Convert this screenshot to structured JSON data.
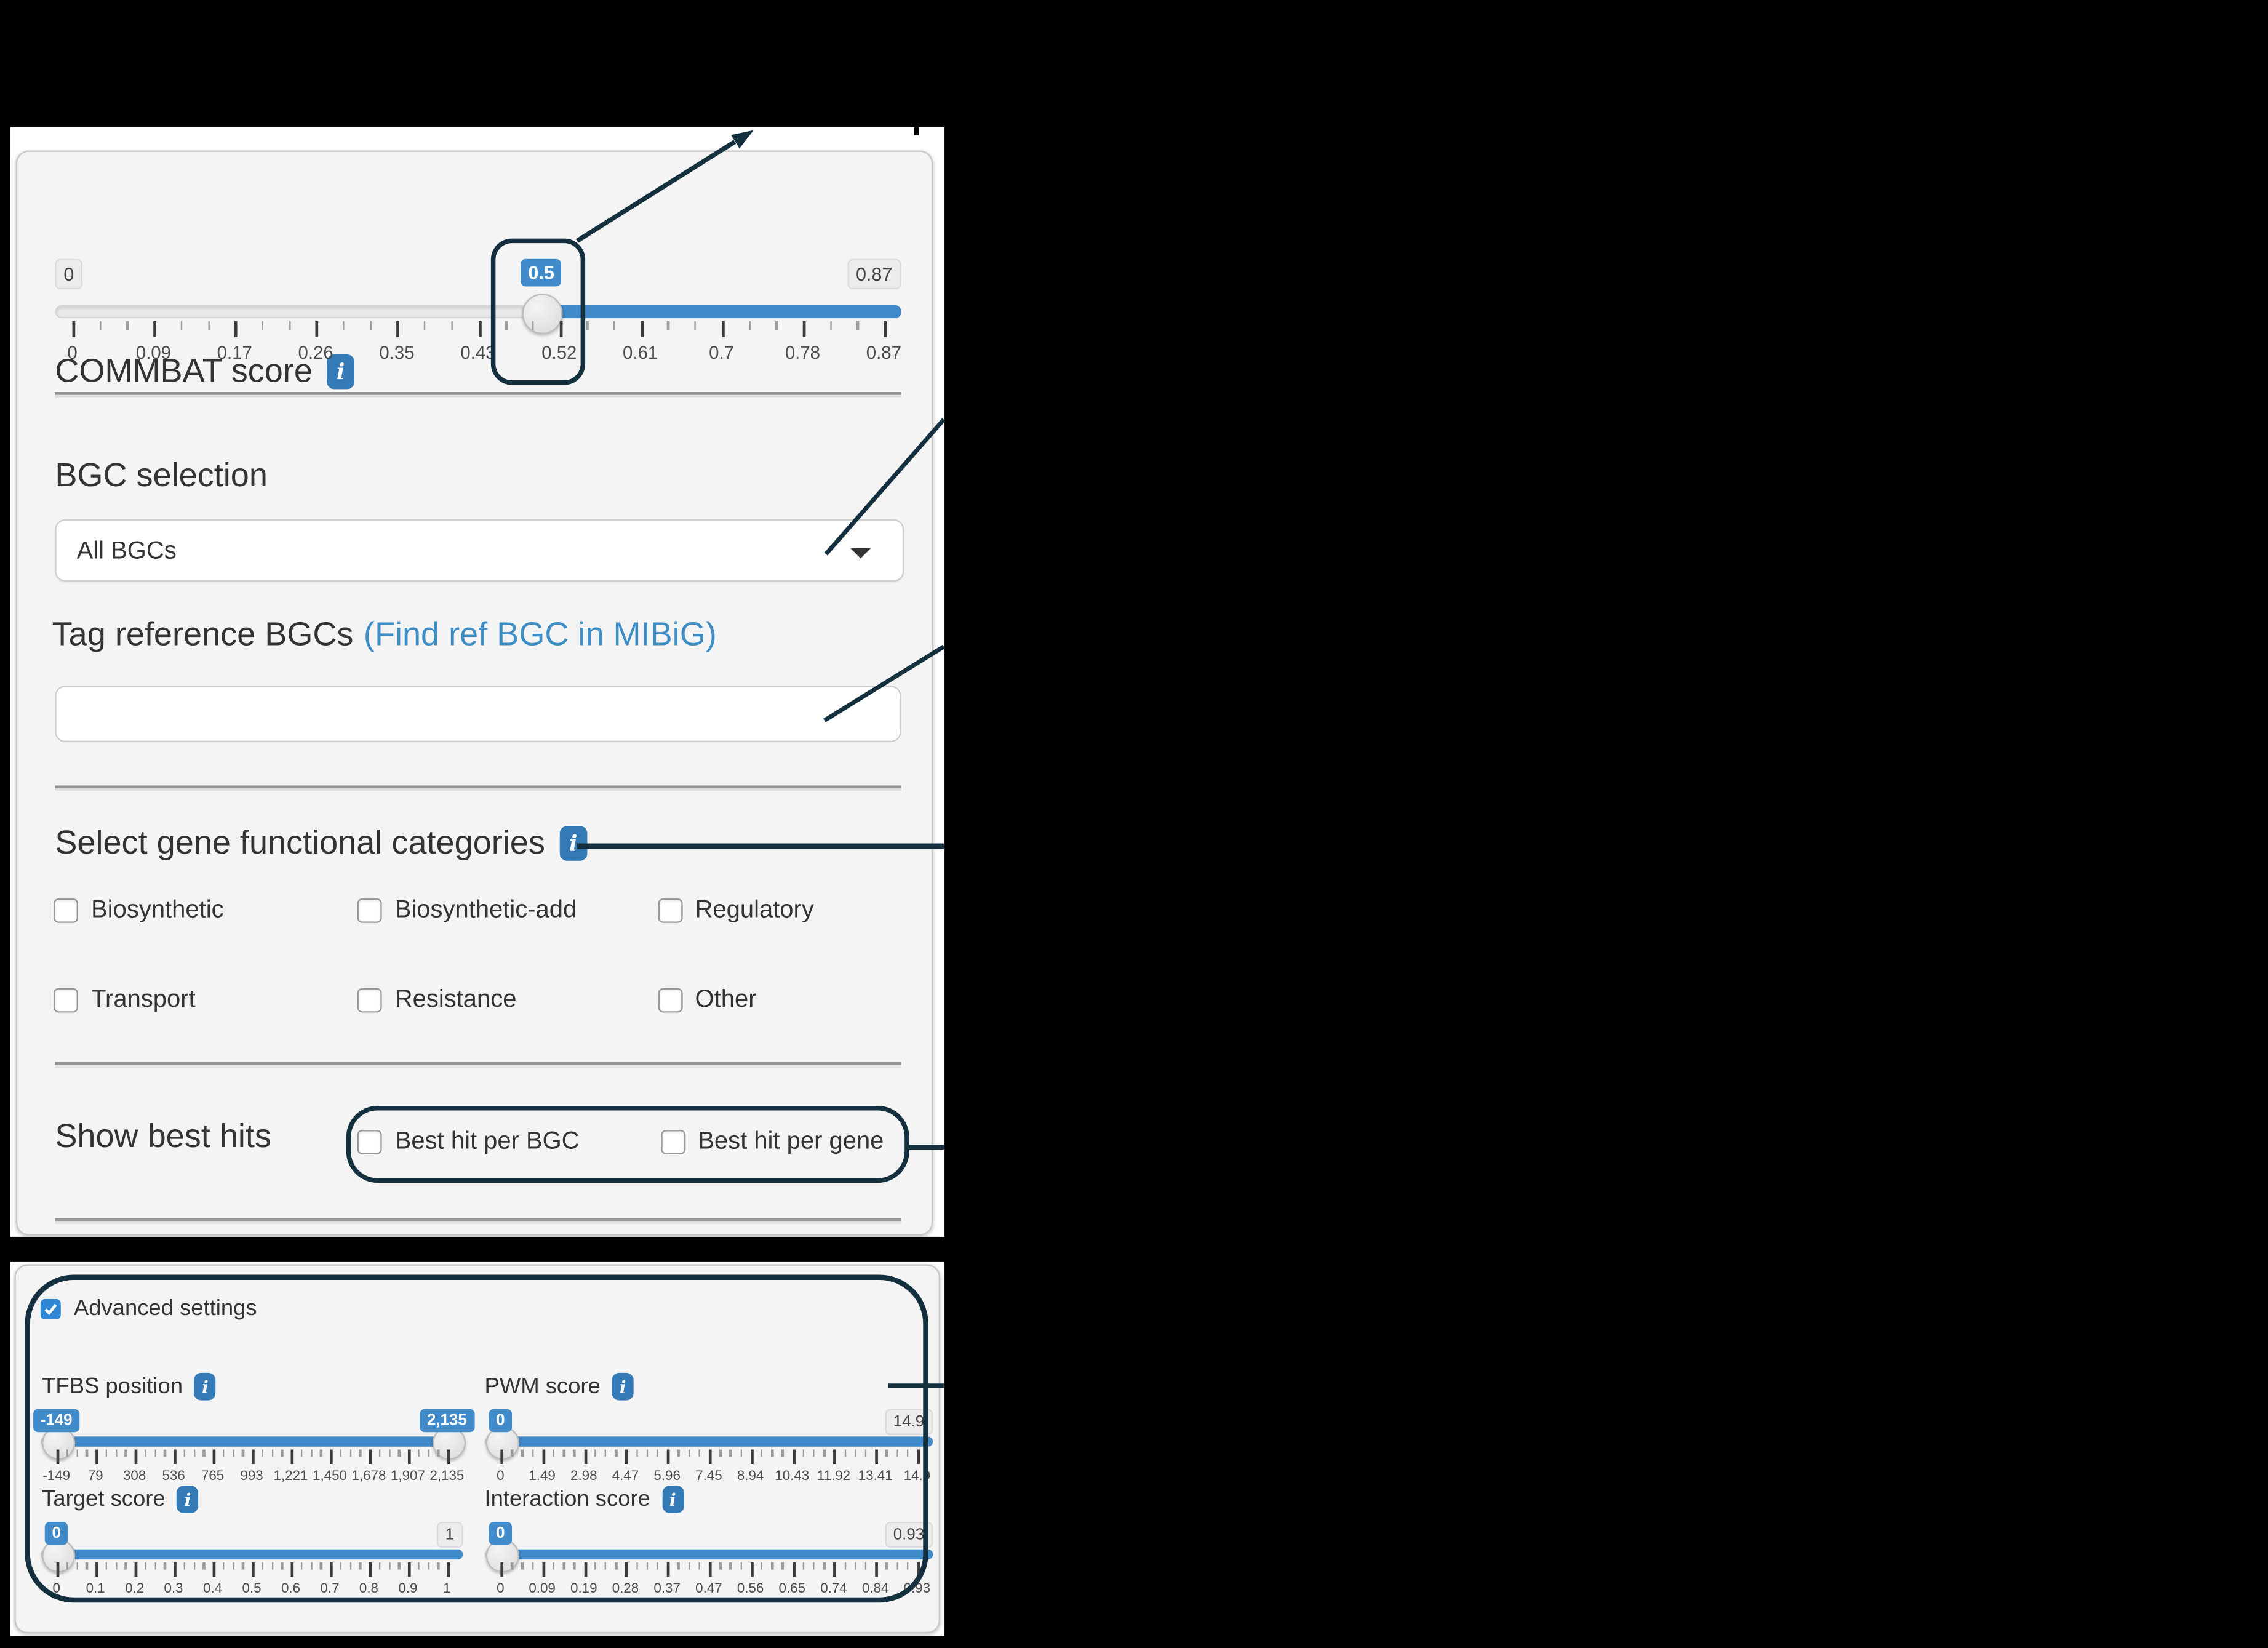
{
  "icons": {
    "info_glyph": "i"
  },
  "colors": {
    "accent_blue": "#428bca",
    "info_blue": "#337ab7",
    "link_blue": "#3e8dc5",
    "annotation_dark": "#14303f",
    "checked_blue": "#2e86d4",
    "panel_bg": "#f4f4f4"
  },
  "panel_filters": {
    "commbat": {
      "label": "COMMBAT score",
      "slider": {
        "min": "0",
        "max": "0.87",
        "value": "0.5",
        "value_fraction": 0.5747,
        "ticks": [
          "0",
          "0.09",
          "0.17",
          "0.26",
          "0.35",
          "0.43",
          "0.52",
          "0.61",
          "0.7",
          "0.78",
          "0.87"
        ]
      }
    },
    "bgc_selection": {
      "label": "BGC selection",
      "value": "All BGCs"
    },
    "tag_reference": {
      "label": "Tag reference BGCs",
      "link_label": "(Find ref BGC in MIBiG)",
      "value": ""
    },
    "gene_categories": {
      "label": "Select gene functional categories",
      "options": [
        "Biosynthetic",
        "Biosynthetic-add",
        "Regulatory",
        "Transport",
        "Resistance",
        "Other"
      ],
      "checked": [
        false,
        false,
        false,
        false,
        false,
        false
      ]
    },
    "best_hits": {
      "label": "Show best hits",
      "options": [
        "Best hit per BGC",
        "Best hit per gene"
      ],
      "checked": [
        false,
        false
      ]
    }
  },
  "panel_advanced": {
    "toggle_label": "Advanced settings",
    "toggle_checked": true,
    "sliders": {
      "tfbs": {
        "label": "TFBS position",
        "from": "-149",
        "to": "2,135",
        "ticks": [
          "-149",
          "79",
          "308",
          "536",
          "765",
          "993",
          "1,221",
          "1,450",
          "1,678",
          "1,907",
          "2,135"
        ]
      },
      "pwm": {
        "label": "PWM score",
        "value": "0",
        "max": "14.9",
        "ticks": [
          "0",
          "1.49",
          "2.98",
          "4.47",
          "5.96",
          "7.45",
          "8.94",
          "10.43",
          "11.92",
          "13.41",
          "14.9"
        ]
      },
      "target": {
        "label": "Target score",
        "value": "0",
        "max": "1",
        "ticks": [
          "0",
          "0.1",
          "0.2",
          "0.3",
          "0.4",
          "0.5",
          "0.6",
          "0.7",
          "0.8",
          "0.9",
          "1"
        ]
      },
      "interaction": {
        "label": "Interaction score",
        "value": "0",
        "max": "0.93",
        "ticks": [
          "0",
          "0.09",
          "0.19",
          "0.28",
          "0.37",
          "0.47",
          "0.56",
          "0.65",
          "0.74",
          "0.84",
          "0.93"
        ]
      }
    }
  }
}
